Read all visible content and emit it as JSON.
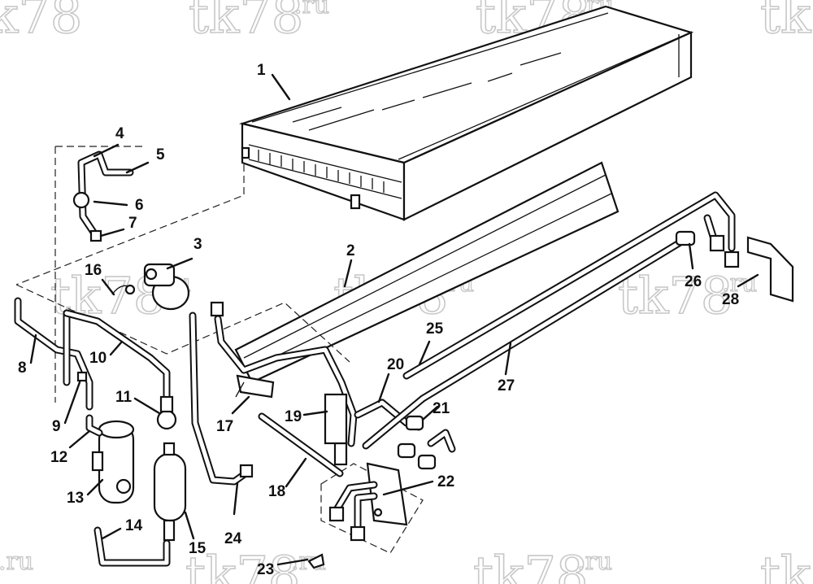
{
  "watermark": {
    "brand": "tk78",
    "suffix": ".ru"
  },
  "callouts": [
    {
      "id": "1",
      "label": "1"
    },
    {
      "id": "2",
      "label": "2"
    },
    {
      "id": "3",
      "label": "3"
    },
    {
      "id": "4",
      "label": "4"
    },
    {
      "id": "5",
      "label": "5"
    },
    {
      "id": "6",
      "label": "6"
    },
    {
      "id": "7",
      "label": "7"
    },
    {
      "id": "8",
      "label": "8"
    },
    {
      "id": "9",
      "label": "9"
    },
    {
      "id": "10",
      "label": "10"
    },
    {
      "id": "11",
      "label": "11"
    },
    {
      "id": "12",
      "label": "12"
    },
    {
      "id": "13",
      "label": "13"
    },
    {
      "id": "14",
      "label": "14"
    },
    {
      "id": "15",
      "label": "15"
    },
    {
      "id": "16",
      "label": "16"
    },
    {
      "id": "17",
      "label": "17"
    },
    {
      "id": "18",
      "label": "18"
    },
    {
      "id": "19",
      "label": "19"
    },
    {
      "id": "20",
      "label": "20"
    },
    {
      "id": "21",
      "label": "21"
    },
    {
      "id": "22",
      "label": "22"
    },
    {
      "id": "23",
      "label": "23"
    },
    {
      "id": "24",
      "label": "24"
    },
    {
      "id": "25",
      "label": "25"
    },
    {
      "id": "26",
      "label": "26"
    },
    {
      "id": "27",
      "label": "27"
    },
    {
      "id": "28",
      "label": "28"
    }
  ]
}
